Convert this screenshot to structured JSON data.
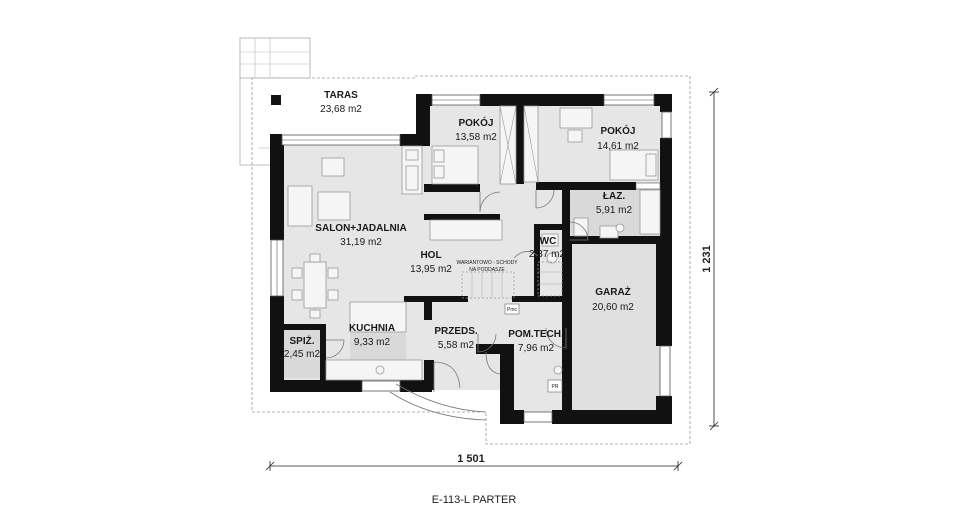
{
  "rooms": {
    "taras": {
      "name": "TARAS",
      "area": "23,68 m2"
    },
    "pokoj1": {
      "name": "POKÓJ",
      "area": "13,58 m2"
    },
    "pokoj2": {
      "name": "POKÓJ",
      "area": "14,61 m2"
    },
    "laz": {
      "name": "ŁAZ.",
      "area": "5,91 m2"
    },
    "salon": {
      "name": "SALON+JADALNIA",
      "area": "31,19 m2"
    },
    "hol": {
      "name": "HOL",
      "area": "13,95 m2"
    },
    "wc": {
      "name": "WC",
      "area": "2,37 m2"
    },
    "garaz": {
      "name": "GARAŻ",
      "area": "20,60 m2"
    },
    "kuchnia": {
      "name": "KUCHNIA",
      "area": "9,33 m2"
    },
    "spiz": {
      "name": "SPIŻ.",
      "area": "2,45 m2"
    },
    "przeds": {
      "name": "PRZEDS.",
      "area": "5,58 m2"
    },
    "pomtech": {
      "name": "POM.TECH.",
      "area": "7,96 m2"
    }
  },
  "stairs_note": {
    "line1": "WARIANTOWO - SCHODY",
    "line2": "NA PODDASZE"
  },
  "symbols": {
    "pmc": "Pmc",
    "pr": "PR"
  },
  "dimensions": {
    "width": "1 501",
    "height": "1 231"
  },
  "caption": "E-113-L PARTER"
}
